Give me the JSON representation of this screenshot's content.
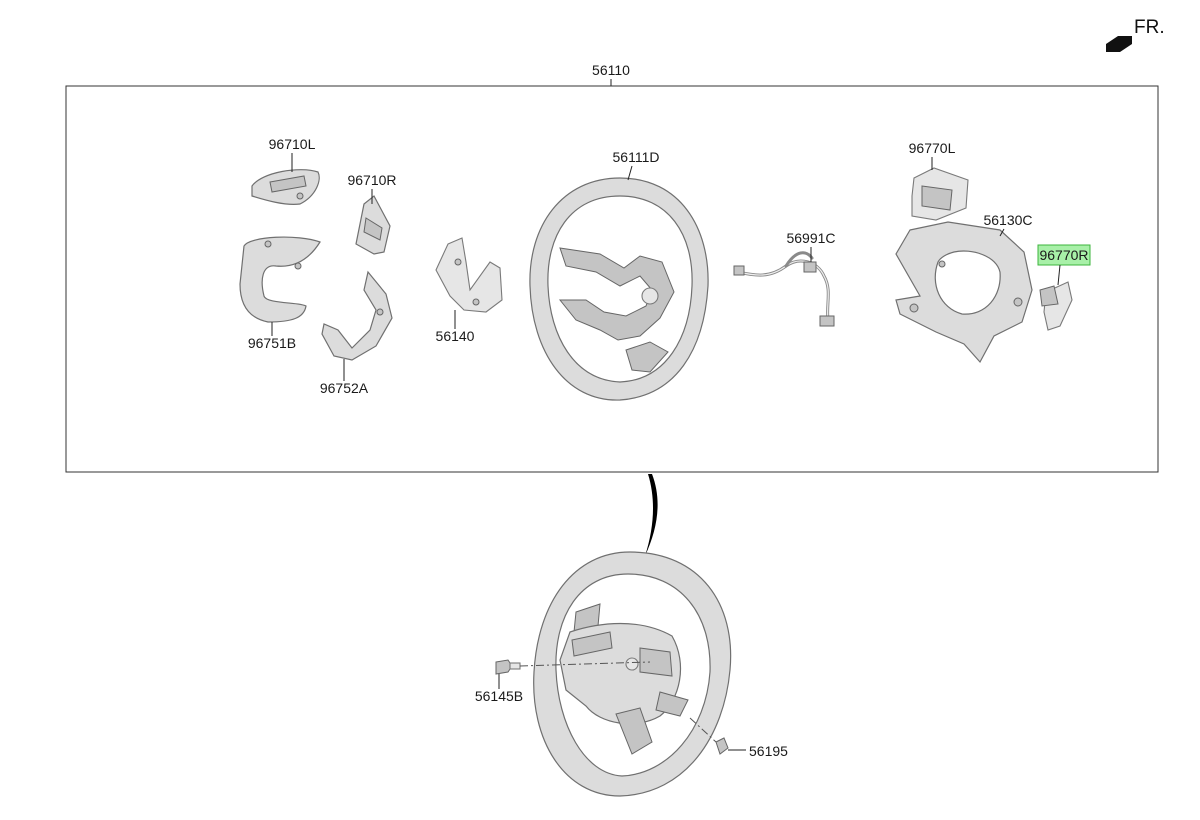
{
  "orientation": {
    "label": "FR."
  },
  "assembly": {
    "number": "56110"
  },
  "parts": {
    "p96710L": "96710L",
    "p96710R": "96710R",
    "p96751B": "96751B",
    "p96752A": "96752A",
    "p56140": "56140",
    "p56111D": "56111D",
    "p56991C": "56991C",
    "p96770L": "96770L",
    "p56130C": "56130C",
    "p96770R": "96770R",
    "p56145B": "56145B",
    "p56195": "56195"
  },
  "highlight": {
    "part": "96770R",
    "fill": "#a8f0a8",
    "border": "#3cb43c"
  }
}
